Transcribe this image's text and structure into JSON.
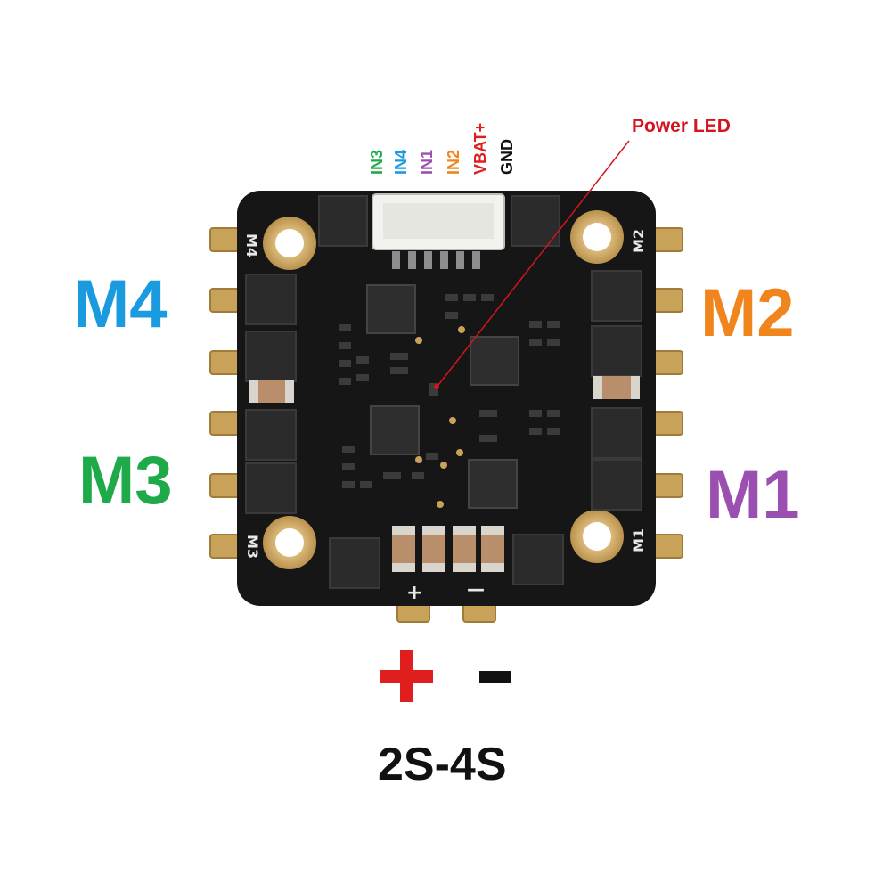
{
  "connector_pins": [
    {
      "label": "IN3",
      "color": "#1faa4a"
    },
    {
      "label": "IN4",
      "color": "#1a9be0"
    },
    {
      "label": "IN1",
      "color": "#9b4fb0"
    },
    {
      "label": "IN2",
      "color": "#f0851d"
    },
    {
      "label": "VBAT+",
      "color": "#e01e1e"
    },
    {
      "label": "GND",
      "color": "#111111"
    }
  ],
  "callout": {
    "label": "Power LED",
    "color": "#d4141e"
  },
  "motors": {
    "m4": {
      "label": "M4",
      "color": "#1a9be0"
    },
    "m3": {
      "label": "M3",
      "color": "#1faa4a"
    },
    "m2": {
      "label": "M2",
      "color": "#f0851d"
    },
    "m1": {
      "label": "M1",
      "color": "#9b4fb0"
    }
  },
  "silkscreen": {
    "m4": "M4",
    "m3": "M3",
    "m2": "M2",
    "m1": "M1",
    "plus": "+",
    "minus": "—"
  },
  "power": {
    "plus": {
      "label": "+",
      "color": "#e01e1e"
    },
    "minus": {
      "label": "-",
      "color": "#111111"
    },
    "voltage": "2S-4S"
  },
  "colors": {
    "board": "#161616",
    "gold": "#c9a25a",
    "chip": "#2a2a2a"
  }
}
